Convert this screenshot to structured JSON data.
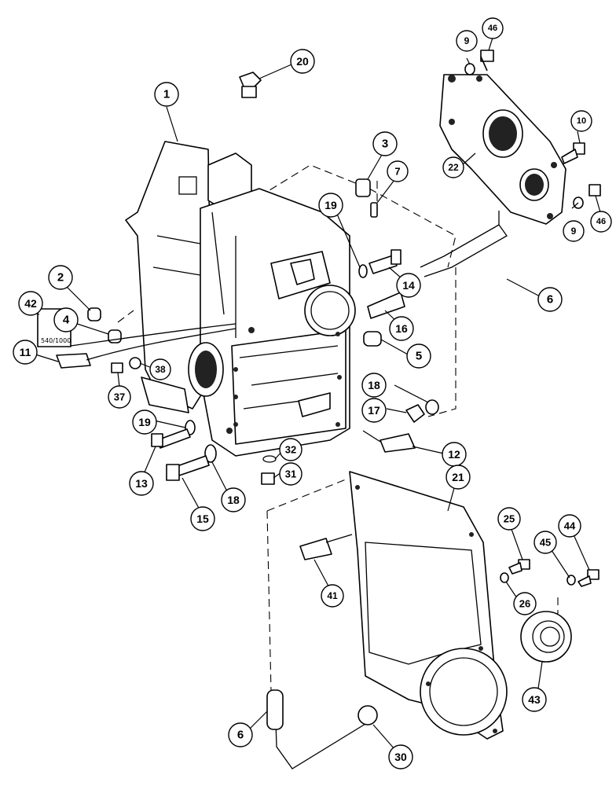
{
  "diagram": {
    "callouts": [
      {
        "id": "c1",
        "label": "1"
      },
      {
        "id": "c2",
        "label": "2"
      },
      {
        "id": "c3",
        "label": "3"
      },
      {
        "id": "c4",
        "label": "4"
      },
      {
        "id": "c5",
        "label": "5"
      },
      {
        "id": "c6a",
        "label": "6"
      },
      {
        "id": "c6b",
        "label": "6"
      },
      {
        "id": "c7",
        "label": "7"
      },
      {
        "id": "c9a",
        "label": "9"
      },
      {
        "id": "c9b",
        "label": "9"
      },
      {
        "id": "c10",
        "label": "10"
      },
      {
        "id": "c11",
        "label": "11"
      },
      {
        "id": "c12",
        "label": "12"
      },
      {
        "id": "c13",
        "label": "13"
      },
      {
        "id": "c14",
        "label": "14"
      },
      {
        "id": "c15",
        "label": "15"
      },
      {
        "id": "c16",
        "label": "16"
      },
      {
        "id": "c17",
        "label": "17"
      },
      {
        "id": "c18a",
        "label": "18"
      },
      {
        "id": "c18b",
        "label": "18"
      },
      {
        "id": "c19a",
        "label": "19"
      },
      {
        "id": "c19b",
        "label": "19"
      },
      {
        "id": "c20",
        "label": "20"
      },
      {
        "id": "c21",
        "label": "21"
      },
      {
        "id": "c22",
        "label": "22"
      },
      {
        "id": "c25",
        "label": "25"
      },
      {
        "id": "c26",
        "label": "26"
      },
      {
        "id": "c30",
        "label": "30"
      },
      {
        "id": "c31",
        "label": "31"
      },
      {
        "id": "c32",
        "label": "32"
      },
      {
        "id": "c37",
        "label": "37"
      },
      {
        "id": "c38",
        "label": "38"
      },
      {
        "id": "c41",
        "label": "41"
      },
      {
        "id": "c42",
        "label": "42"
      },
      {
        "id": "c43",
        "label": "43"
      },
      {
        "id": "c44",
        "label": "44"
      },
      {
        "id": "c45",
        "label": "45"
      },
      {
        "id": "c46a",
        "label": "46"
      },
      {
        "id": "c46b",
        "label": "46"
      }
    ],
    "decal_text": "540/1000"
  }
}
